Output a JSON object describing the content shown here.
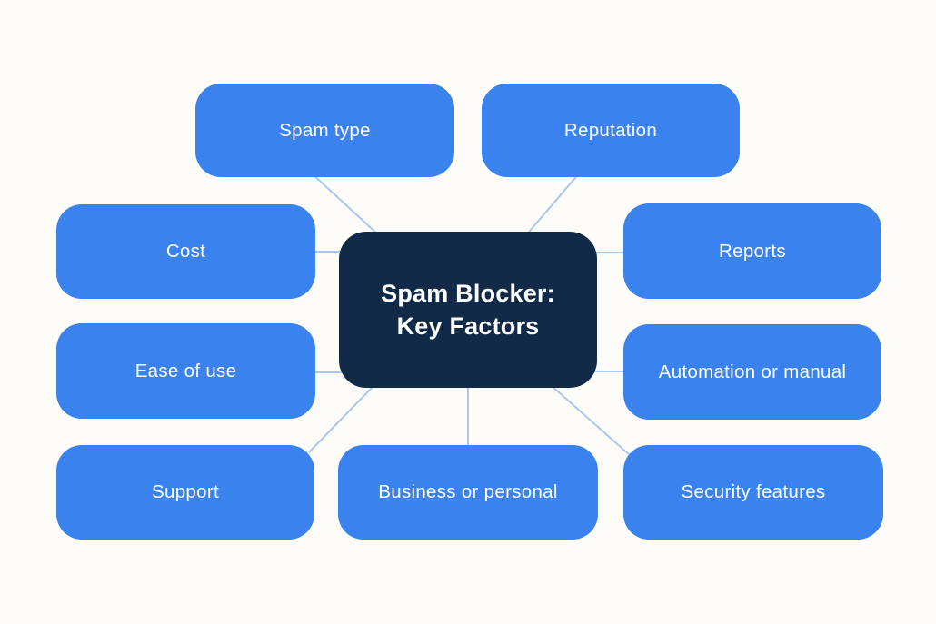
{
  "center": {
    "label": "Spam Blocker: Key Factors",
    "line1": "Spam Blocker:",
    "line2": "Key Factors"
  },
  "nodes": [
    {
      "id": "spam-type",
      "label": "Spam type"
    },
    {
      "id": "reputation",
      "label": "Reputation"
    },
    {
      "id": "cost",
      "label": "Cost"
    },
    {
      "id": "reports",
      "label": "Reports"
    },
    {
      "id": "ease-of-use",
      "label": "Ease of use"
    },
    {
      "id": "automation-or-manual",
      "label": "Automation or manual"
    },
    {
      "id": "support",
      "label": "Support"
    },
    {
      "id": "business-or-personal",
      "label": "Business or personal"
    },
    {
      "id": "security-features",
      "label": "Security features"
    }
  ],
  "colors": {
    "node_fill": "#3A82EE",
    "center_fill": "#112A47",
    "text": "#FFFFFF",
    "connector": "#A9C7F0",
    "background": "#FDFCF8"
  }
}
